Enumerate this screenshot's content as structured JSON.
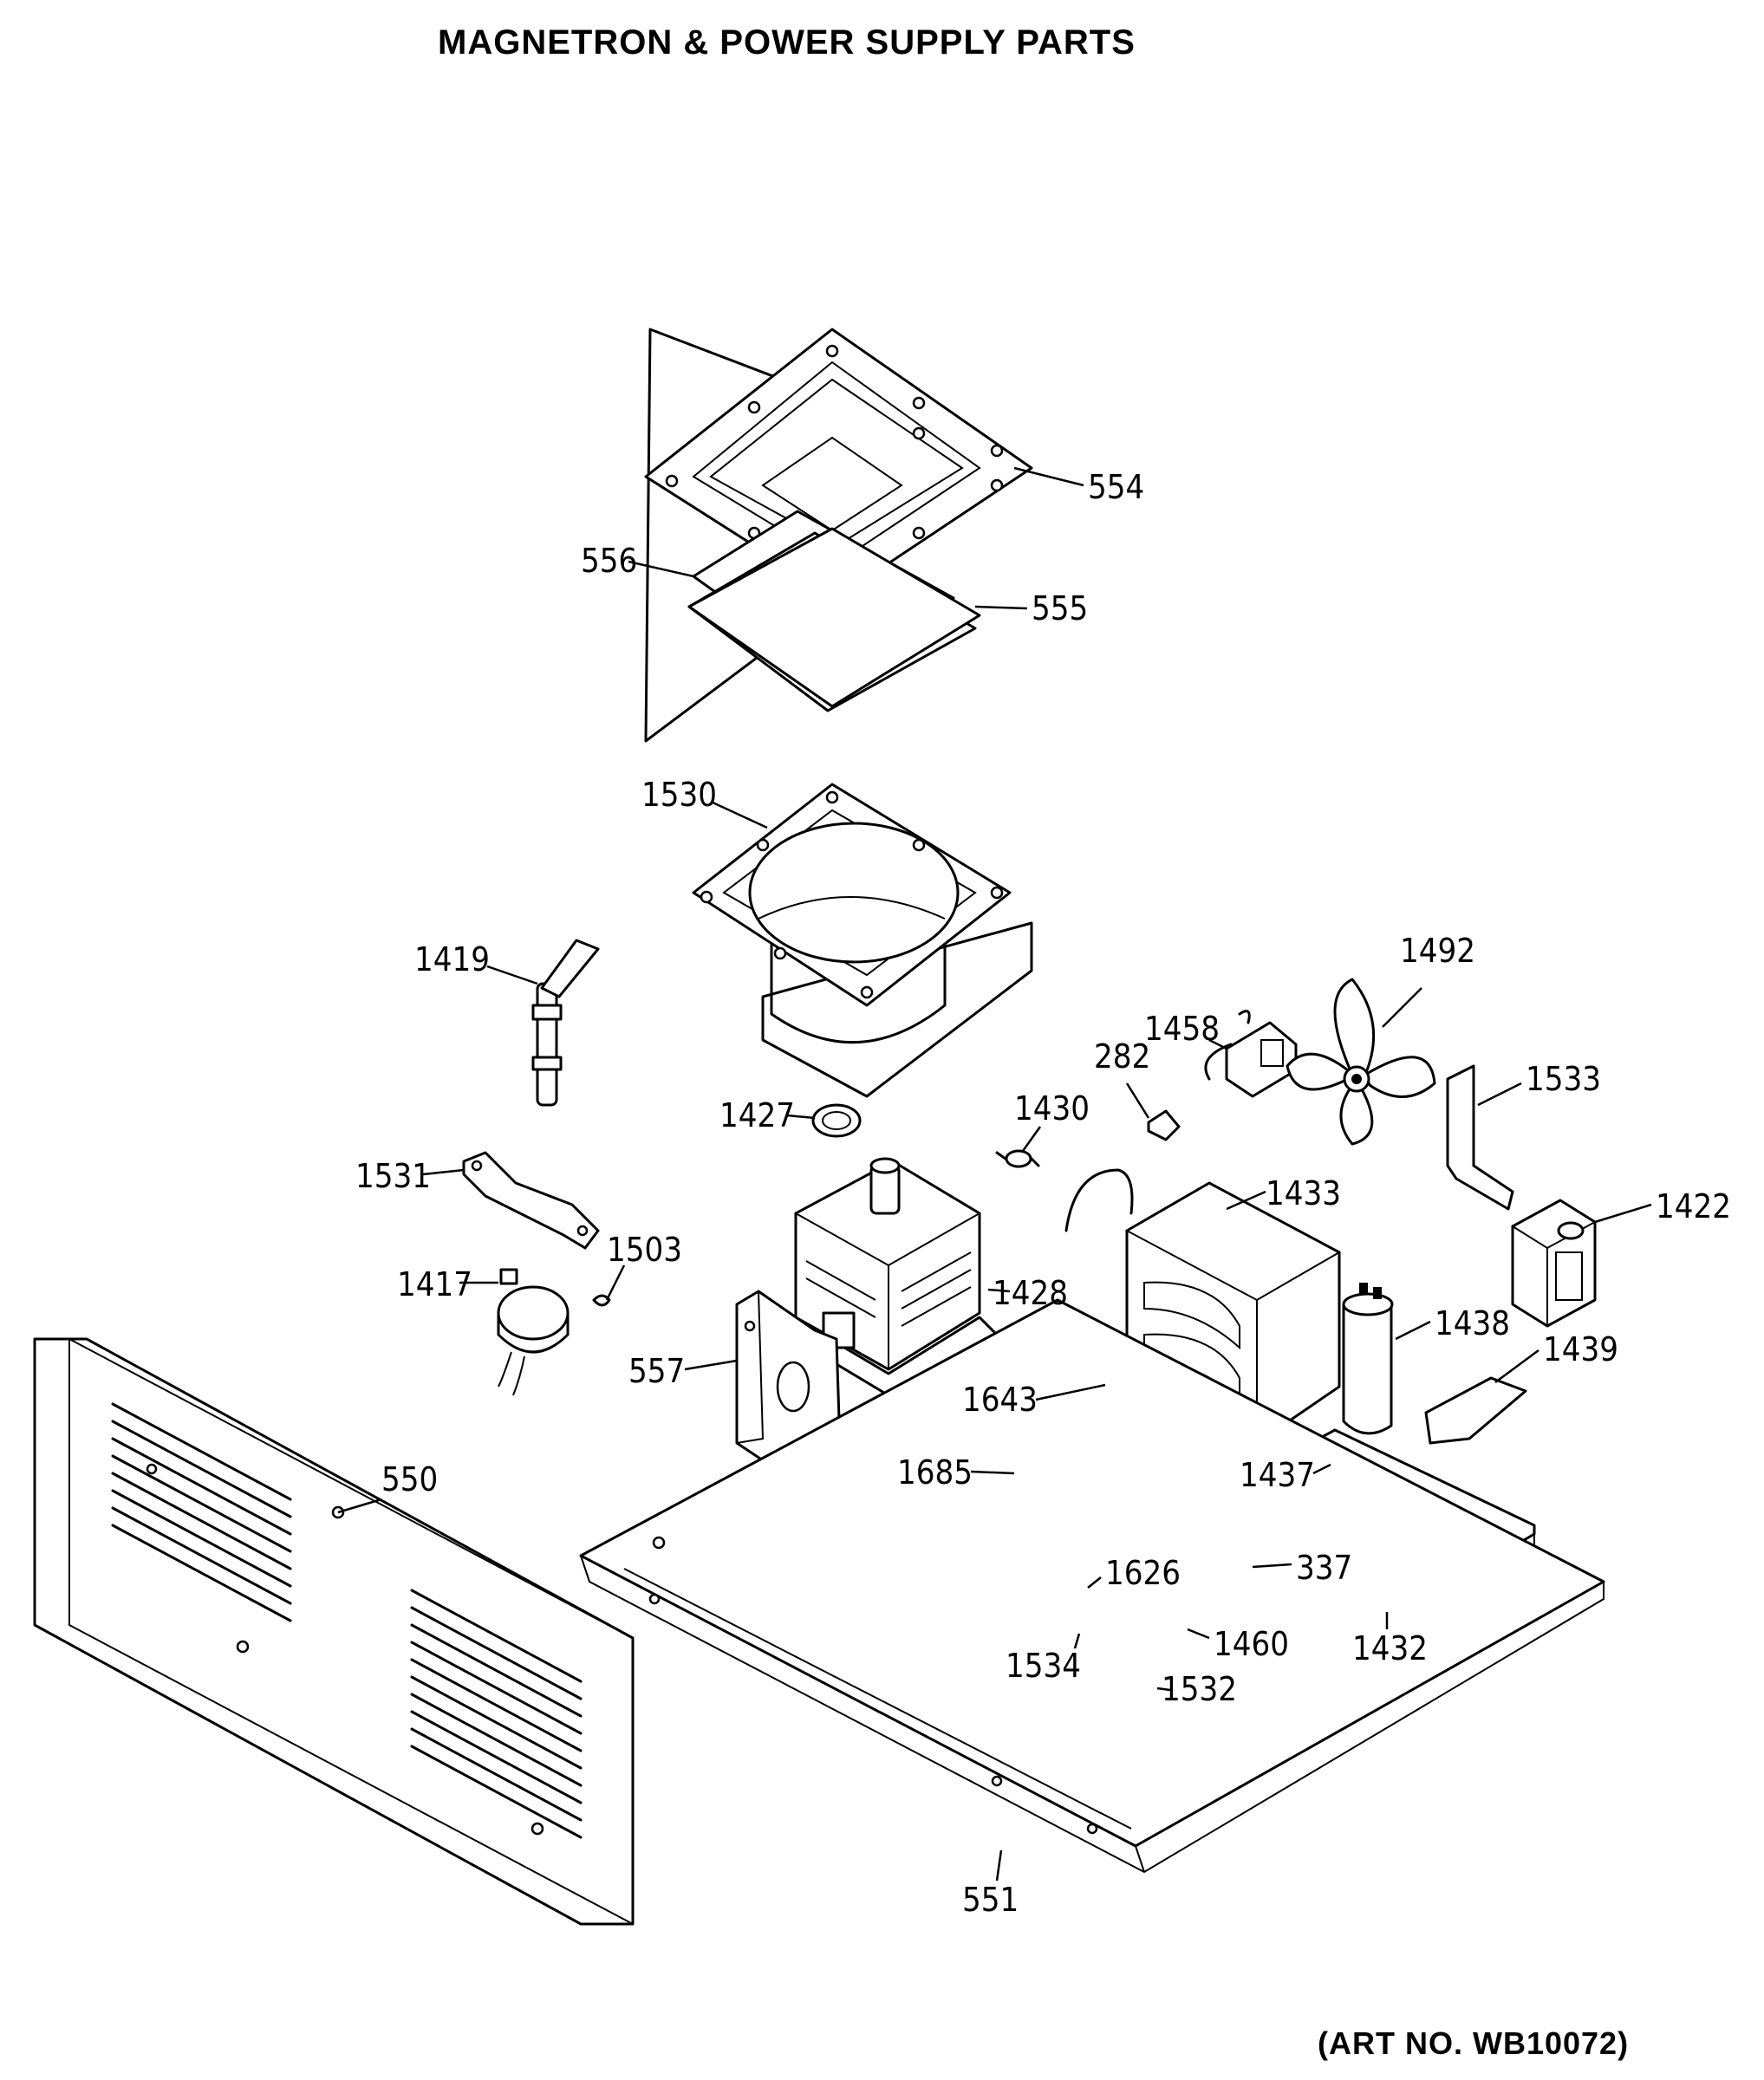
{
  "title": "MAGNETRON & POWER SUPPLY PARTS",
  "art_number": "(ART NO. WB10072)",
  "part_labels": {
    "p554": "554",
    "p556": "556",
    "p555": "555",
    "p1530": "1530",
    "p1419": "1419",
    "p1492": "1492",
    "p1458": "1458",
    "p282": "282",
    "p1533": "1533",
    "p1427": "1427",
    "p1430": "1430",
    "p1531": "1531",
    "p1433": "1433",
    "p1422": "1422",
    "p1503": "1503",
    "p1417": "1417",
    "p1428": "1428",
    "p1438": "1438",
    "p557": "557",
    "p1439": "1439",
    "p1643": "1643",
    "p550": "550",
    "p1685": "1685",
    "p1437": "1437",
    "p1626": "1626",
    "p337": "337",
    "p1460": "1460",
    "p1534": "1534",
    "p1432": "1432",
    "p1532": "1532",
    "p551": "551"
  }
}
